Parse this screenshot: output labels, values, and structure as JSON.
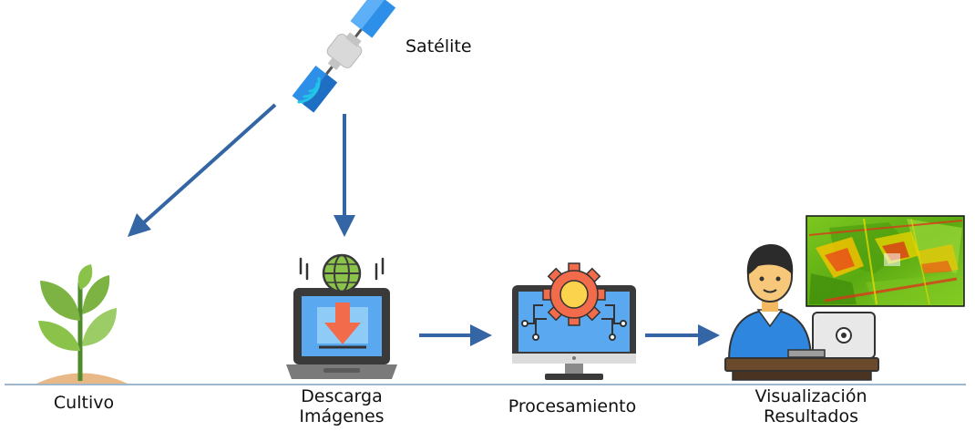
{
  "labels": {
    "satellite": "Satélite",
    "crop": "Cultivo",
    "download_line1": "Descarga",
    "download_line2": "Imágenes",
    "processing": "Procesamiento",
    "visualization_line1": "Visualización",
    "visualization_line2": "Resultados"
  },
  "colors": {
    "arrow": "#3465a4",
    "ground_line": "#7f9fbf",
    "satellite_panel": "#2e8fe8",
    "satellite_body": "#d9d9d9",
    "plant_leaf": "#7cb342",
    "monitor_screen": "#5aa9f0",
    "gear": "#f26b4b",
    "download_arrow": "#f26b4b",
    "person_shirt": "#2e86de",
    "field_map": "#6fbe1a"
  },
  "icons": [
    "satellite-icon",
    "plant-icon",
    "laptop-download-icon",
    "monitor-gear-icon",
    "person-laptop-icon",
    "field-map-image"
  ]
}
